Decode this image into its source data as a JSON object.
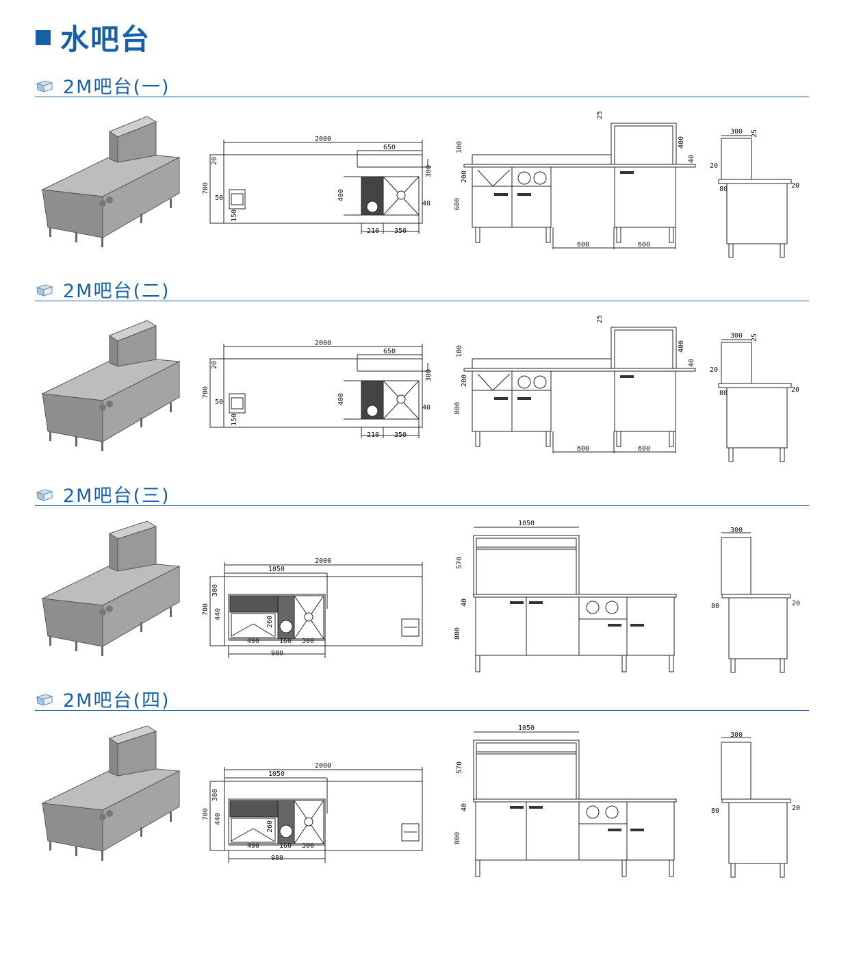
{
  "title": "水吧台",
  "colors": {
    "accent": "#1560a8",
    "line": "#222222",
    "metal": "#9a9a9a"
  },
  "sections": [
    {
      "heading": "2M吧台(一)",
      "type": "A",
      "plan": [
        "2000",
        "650",
        "20",
        "300",
        "700",
        "50",
        "400",
        "40",
        "150",
        "210",
        "350"
      ],
      "front": [
        "25",
        "400",
        "100",
        "40",
        "200",
        "600",
        "600",
        "600"
      ],
      "side": [
        "300",
        "25",
        "20",
        "80",
        "20"
      ]
    },
    {
      "heading": "2M吧台(二)",
      "type": "A",
      "plan": [
        "2000",
        "650",
        "20",
        "300",
        "700",
        "50",
        "400",
        "40",
        "150",
        "210",
        "350"
      ],
      "front": [
        "25",
        "400",
        "100",
        "40",
        "200",
        "800",
        "600",
        "600"
      ],
      "side": [
        "300",
        "25",
        "20",
        "80",
        "20"
      ]
    },
    {
      "heading": "2M吧台(三)",
      "type": "B",
      "plan": [
        "2000",
        "1050",
        "300",
        "700",
        "440",
        "260",
        "490",
        "160",
        "300",
        "980"
      ],
      "front": [
        "1050",
        "570",
        "40",
        "800"
      ],
      "side": [
        "300",
        "80",
        "20"
      ]
    },
    {
      "heading": "2M吧台(四)",
      "type": "B",
      "plan": [
        "2000",
        "1050",
        "300",
        "700",
        "440",
        "260",
        "490",
        "160",
        "300",
        "980"
      ],
      "front": [
        "1050",
        "570",
        "40",
        "800"
      ],
      "side": [
        "300",
        "80",
        "20"
      ]
    }
  ]
}
